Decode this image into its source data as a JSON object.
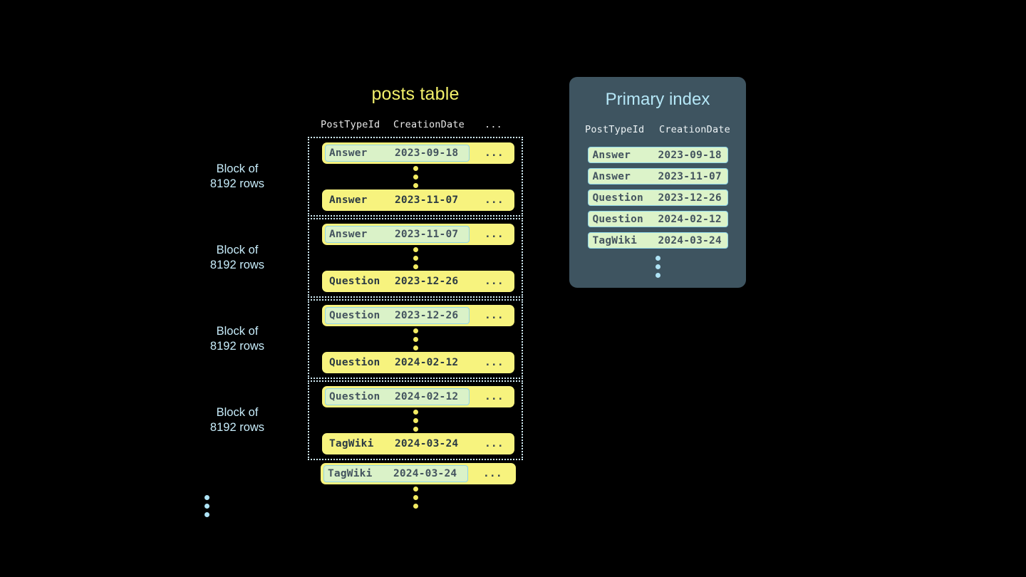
{
  "posts_table": {
    "title": "posts table",
    "columns": [
      "PostTypeId",
      "CreationDate",
      "..."
    ],
    "blocks": [
      {
        "label": "Block of\n8192 rows",
        "first_row": {
          "type": "Answer",
          "date": "2023-09-18",
          "rest": "...",
          "highlighted": true
        },
        "last_row": {
          "type": "Answer",
          "date": "2023-11-07",
          "rest": "...",
          "highlighted": false
        }
      },
      {
        "label": "Block of\n8192 rows",
        "first_row": {
          "type": "Answer",
          "date": "2023-11-07",
          "rest": "...",
          "highlighted": true
        },
        "last_row": {
          "type": "Question",
          "date": "2023-12-26",
          "rest": "...",
          "highlighted": false
        }
      },
      {
        "label": "Block of\n8192 rows",
        "first_row": {
          "type": "Question",
          "date": "2023-12-26",
          "rest": "...",
          "highlighted": true
        },
        "last_row": {
          "type": "Question",
          "date": "2024-02-12",
          "rest": "...",
          "highlighted": false
        }
      },
      {
        "label": "Block of\n8192 rows",
        "first_row": {
          "type": "Question",
          "date": "2024-02-12",
          "rest": "...",
          "highlighted": true
        },
        "last_row": {
          "type": "TagWiki",
          "date": "2024-03-24",
          "rest": "...",
          "highlighted": false
        }
      }
    ],
    "trailing_row": {
      "type": "TagWiki",
      "date": "2024-03-24",
      "rest": "...",
      "highlighted": true
    }
  },
  "primary_index": {
    "title": "Primary index",
    "columns": [
      "PostTypeId",
      "CreationDate"
    ],
    "rows": [
      {
        "type": "Answer",
        "date": "2023-09-18"
      },
      {
        "type": "Answer",
        "date": "2023-11-07"
      },
      {
        "type": "Question",
        "date": "2023-12-26"
      },
      {
        "type": "Question",
        "date": "2024-02-12"
      },
      {
        "type": "TagWiki",
        "date": "2024-03-24"
      }
    ]
  },
  "colors": {
    "background": "#000000",
    "row_pill": "#f7f37e",
    "row_highlight": "#dcf3c9",
    "highlight_border": "#8fd5e8",
    "block_border": "#cfe9f2",
    "table_title": "#f2f06a",
    "block_label": "#c7ecfa",
    "panel_background": "#3e5460",
    "panel_title": "#b5e7f7",
    "yellow_dot": "#f2eb62",
    "blue_dot": "#aee3f5"
  }
}
